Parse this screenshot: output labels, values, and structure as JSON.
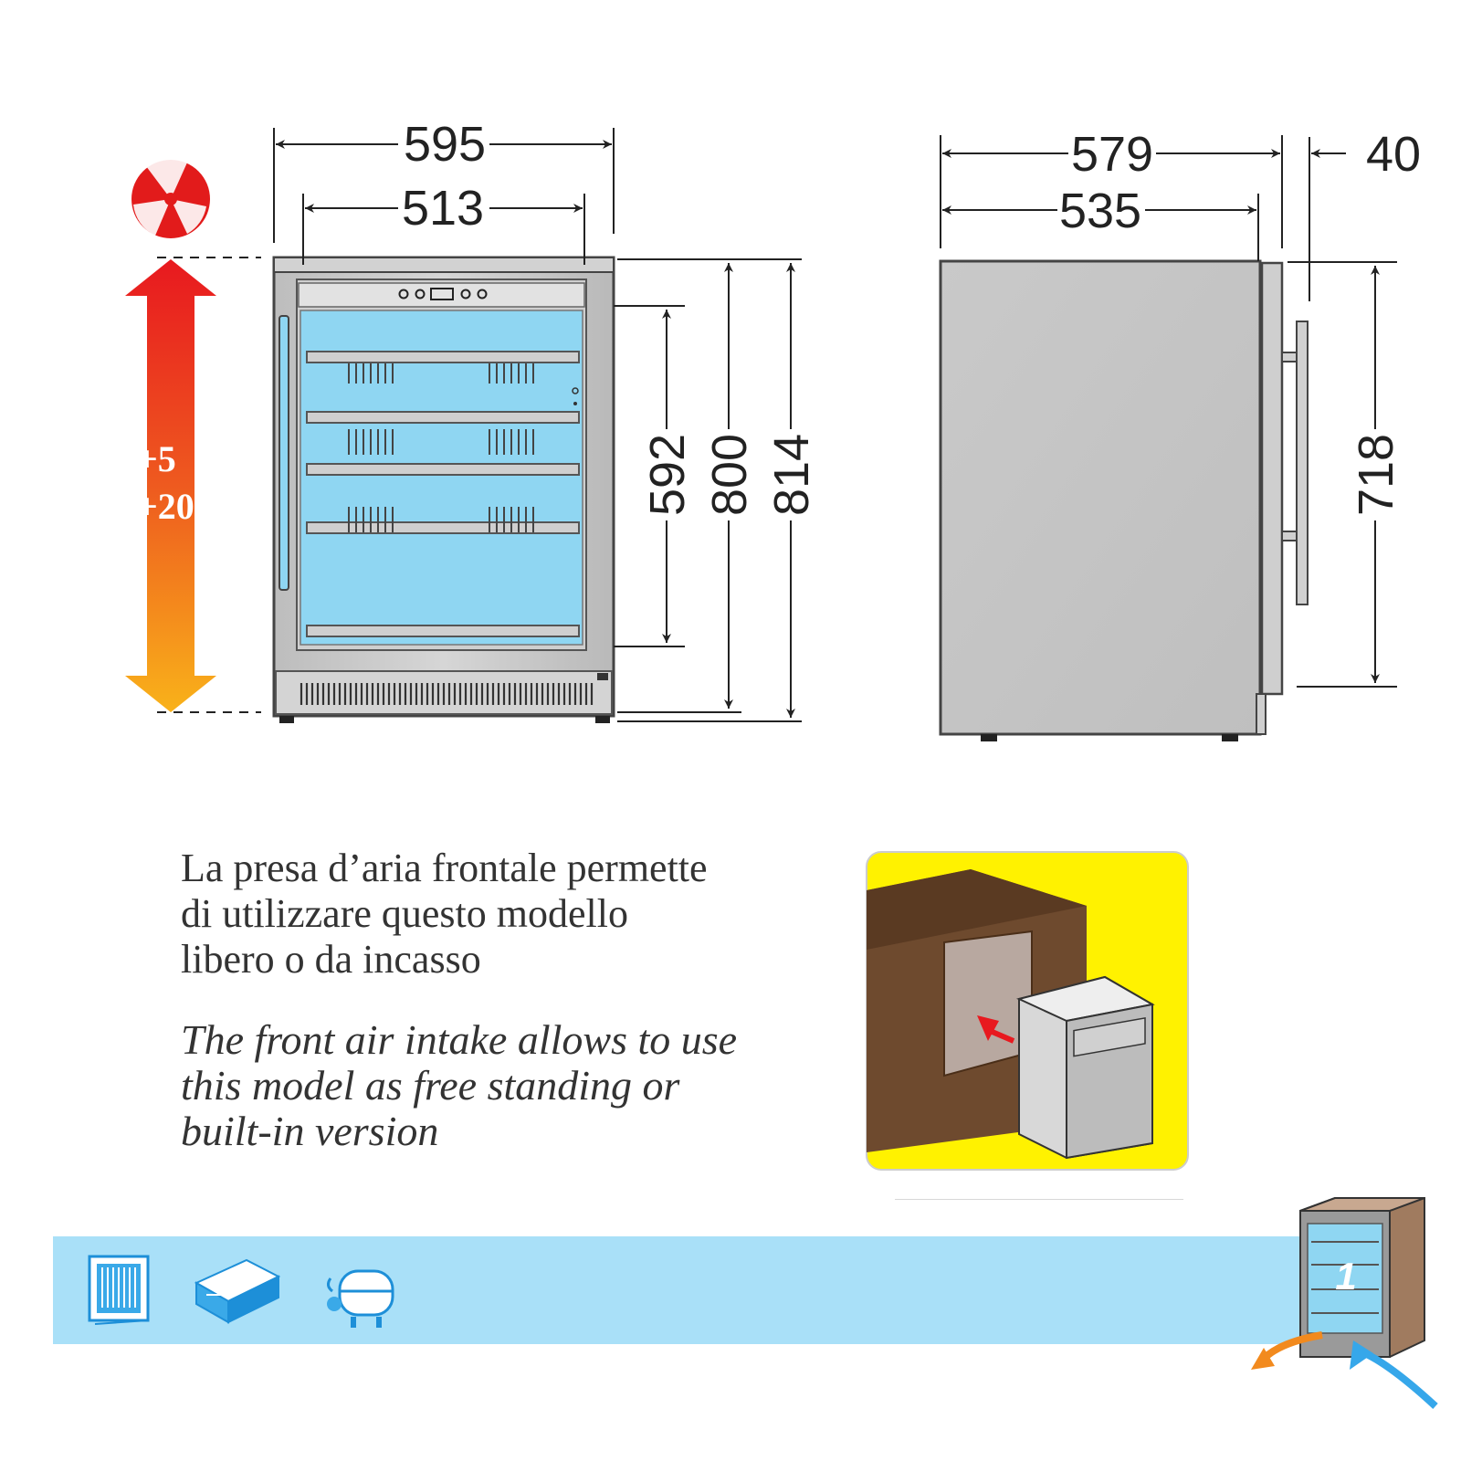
{
  "front_view": {
    "width_outer": "595",
    "width_inner": "513",
    "height_glass": "592",
    "height_body": "800",
    "height_total": "814"
  },
  "side_view": {
    "depth_total": "579",
    "depth_body": "535",
    "door_thickness": "40",
    "handle_length": "718"
  },
  "temperature_range": {
    "min_label": "+5",
    "max_label": "+20",
    "gradient_top": "#e8191f",
    "gradient_bottom": "#f9b21a"
  },
  "description": {
    "it_lines": [
      "La presa d’aria frontale permette",
      "di utilizzare questo modello",
      "libero o da incasso"
    ],
    "en_lines": [
      "The front air intake allows to use",
      "this model as free standing or",
      "built-in version"
    ]
  },
  "footer": {
    "bar_color": "#a9e0f8",
    "icons": [
      "glass-door-icon",
      "control-unit-icon",
      "compressor-icon"
    ],
    "airflow_badge_label": "1"
  },
  "colors": {
    "glass": "#8fd6f2",
    "steel": "#c8c8c8",
    "inset_background": "#fff200",
    "cabinet": "#6e4a2e"
  }
}
